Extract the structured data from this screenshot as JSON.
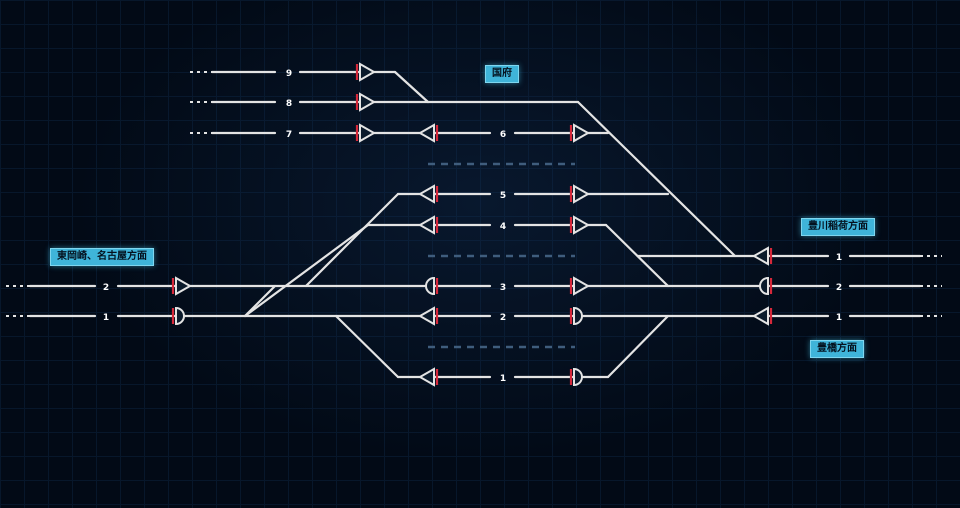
{
  "directions": {
    "kokufu": "国府",
    "higashiokazaki": "東岡崎、名古屋方面",
    "toyokawainari": "豊川稲荷方面",
    "toyohashi": "豊橋方面"
  },
  "tracks": {
    "left_up_2": "2",
    "left_down_1": "1",
    "siding_9": "9",
    "siding_8": "8",
    "siding_7": "7",
    "platform_6": "6",
    "platform_5": "5",
    "platform_4": "4",
    "platform_3": "3",
    "platform_2": "2",
    "platform_1": "1",
    "right_toyokawa_1": "1",
    "right_main_2": "2",
    "right_main_1": "1"
  },
  "colors": {
    "track": "#e4e4e4",
    "signal_bar": "#d6283a",
    "label_bg": "#3fb4d9",
    "platform_gap": "#3f5d7d"
  }
}
